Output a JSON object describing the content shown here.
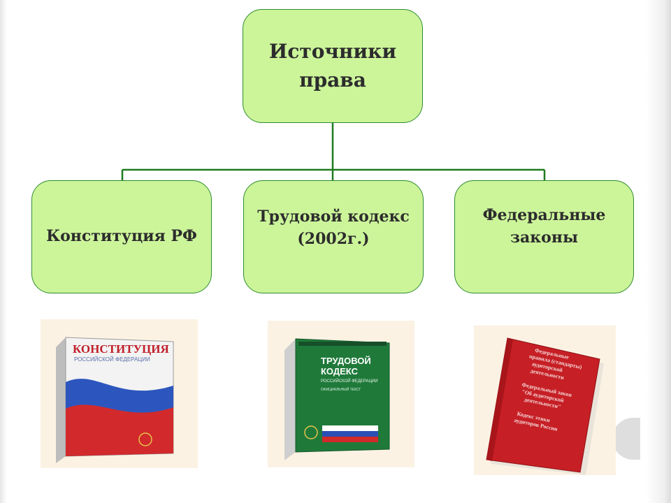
{
  "diagram": {
    "root": {
      "lines": [
        "Источники",
        "права"
      ]
    },
    "children": [
      {
        "lines": [
          "Конституция РФ"
        ]
      },
      {
        "lines": [
          "Трудовой кодекс",
          "(2002г.)"
        ]
      },
      {
        "lines": [
          "Федеральные",
          "законы"
        ]
      }
    ]
  },
  "books": {
    "constitution": {
      "title": "КОНСТИТУЦИЯ",
      "subtitle": "РОССИЙСКОЙ ФЕДЕРАЦИИ"
    },
    "labor_code": {
      "title_1": "ТРУДОВОЙ",
      "title_2": "КОДЕКС",
      "subtitle": "РОССИЙСКОЙ ФЕДЕРАЦИИ",
      "note": "ОФИЦИАЛЬНЫЙ ТЕКСТ"
    },
    "federal_laws": {
      "line_1": "Федеральные",
      "line_2": "правила (стандарты)",
      "line_3": "аудиторской",
      "line_4": "деятельности",
      "line_5": "Федеральный закон",
      "line_6": "\"Об аудиторской",
      "line_7": "деятельности\"",
      "line_8": "Кодекс этики",
      "line_9": "аудиторов России"
    }
  },
  "colors": {
    "box_fill": "#ccf59a",
    "box_border": "#2e8b2e",
    "connector": "#1f7a1f",
    "background": "#ffffff"
  }
}
